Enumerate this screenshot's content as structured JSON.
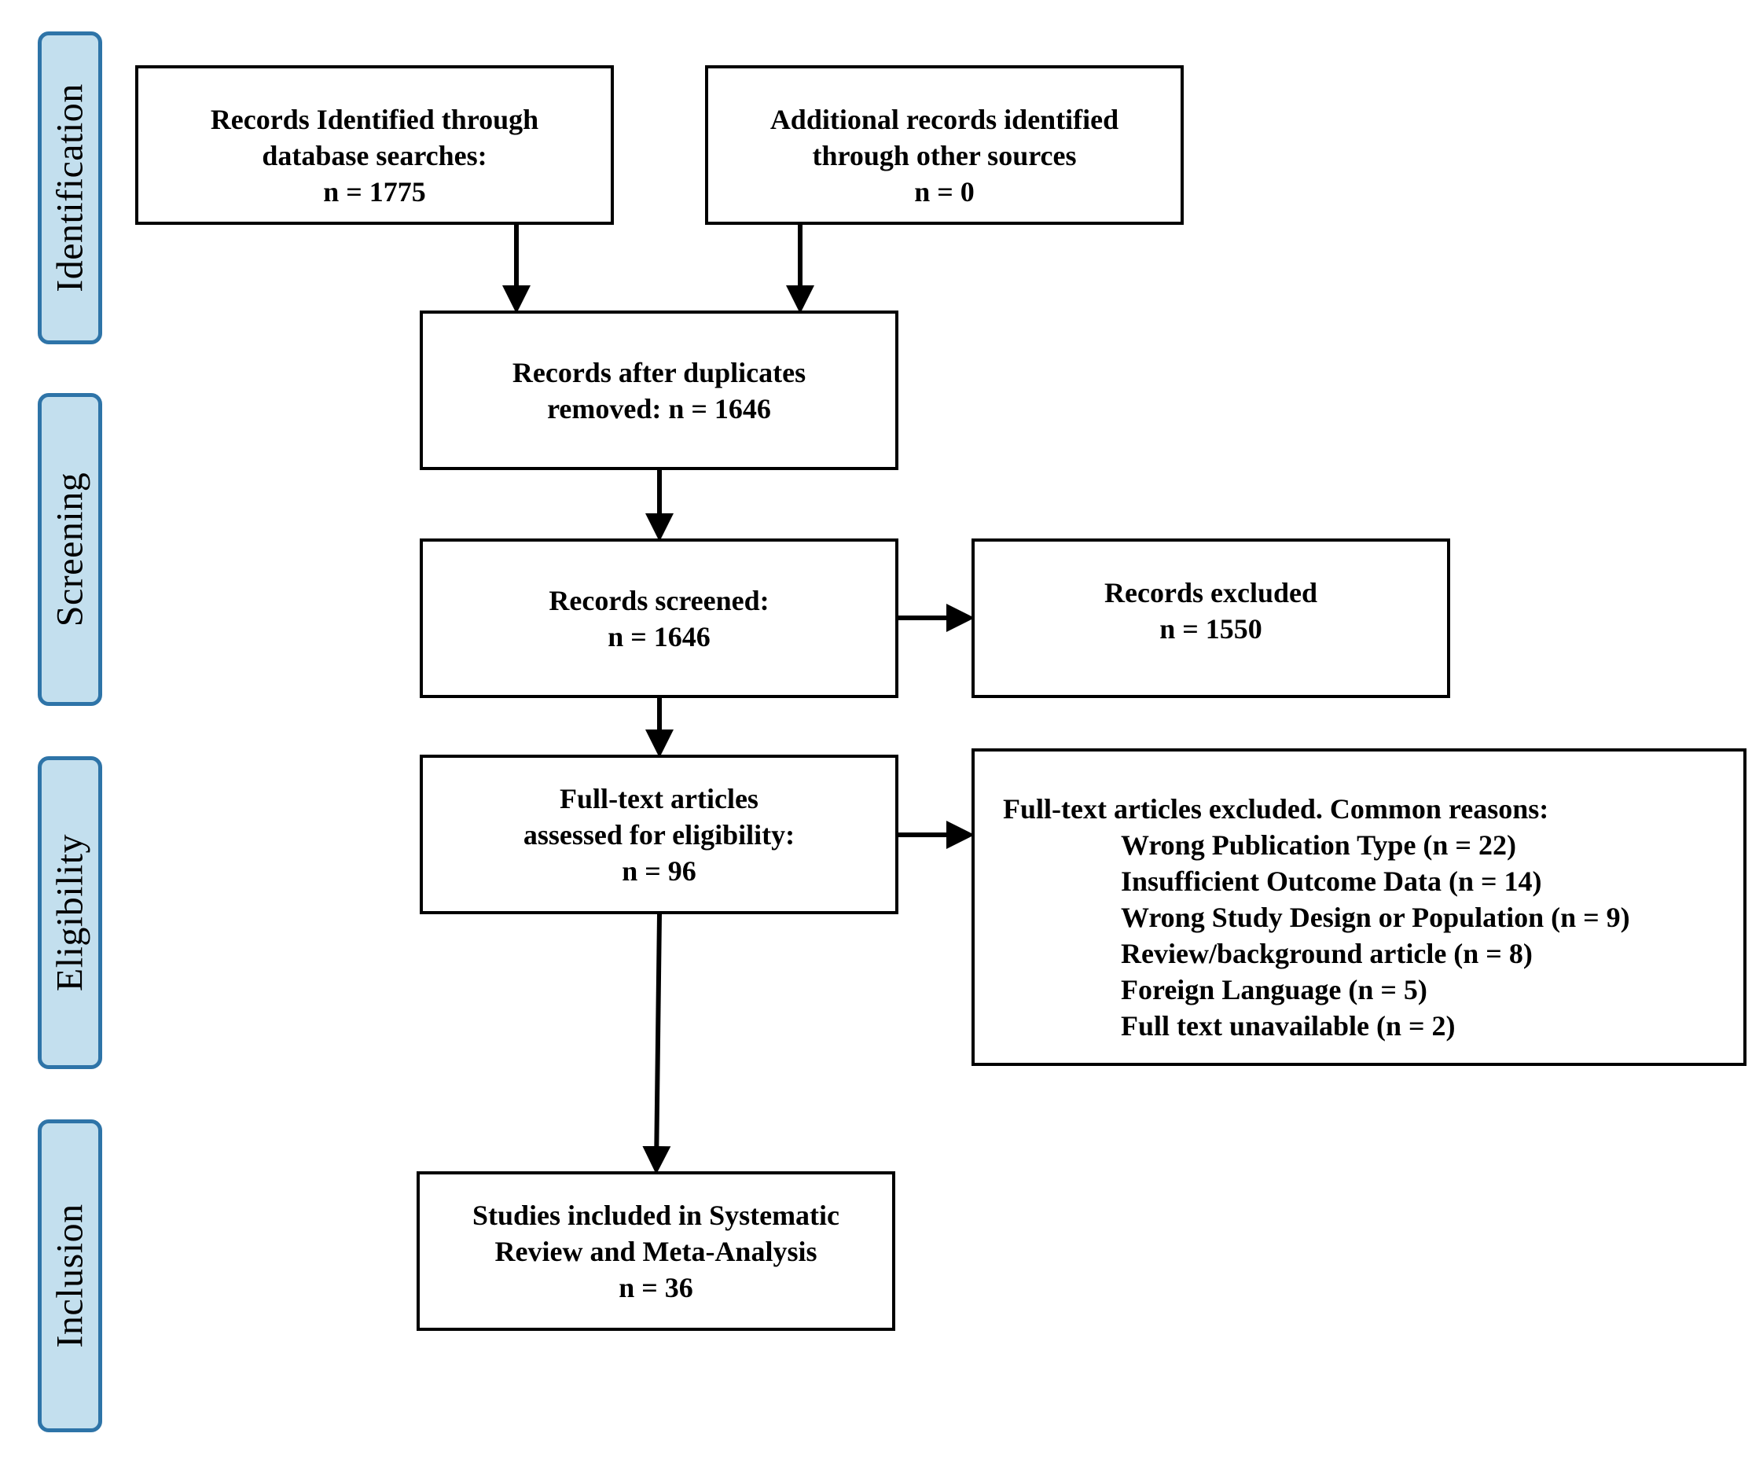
{
  "stages": [
    {
      "id": "identification",
      "label": "Identification"
    },
    {
      "id": "screening",
      "label": "Screening"
    },
    {
      "id": "eligibility",
      "label": "Eligibility"
    },
    {
      "id": "inclusion",
      "label": "Inclusion"
    }
  ],
  "boxes": {
    "database_records": {
      "lines": [
        "Records Identified through",
        "database searches:",
        "n = 1775"
      ]
    },
    "other_records": {
      "lines": [
        "Additional records identified",
        "through other sources",
        "n = 0"
      ]
    },
    "after_duplicates": {
      "lines": [
        "Records after duplicates",
        "removed: n = 1646"
      ]
    },
    "screened": {
      "lines": [
        "Records screened:",
        "n = 1646"
      ]
    },
    "excluded": {
      "lines": [
        "Records excluded",
        "n = 1550"
      ]
    },
    "fulltext_assessed": {
      "lines": [
        "Full-text articles",
        "assessed for eligibility:",
        "n = 96"
      ]
    },
    "fulltext_excluded": {
      "heading": "Full-text articles excluded. Common reasons:",
      "reasons": [
        "Wrong Publication Type (n = 22)",
        "Insufficient Outcome Data (n = 14)",
        "Wrong Study Design or Population (n = 9)",
        "Review/background article (n = 8)",
        "Foreign Language (n = 5)",
        "Full text unavailable (n = 2)"
      ]
    },
    "included": {
      "lines": [
        "Studies included in Systematic",
        "Review and Meta-Analysis",
        "n = 36"
      ]
    }
  },
  "colors": {
    "stage_fill": "#c3dfee",
    "stage_border": "#2e74a8",
    "box_border": "#000000",
    "arrow": "#000000"
  }
}
